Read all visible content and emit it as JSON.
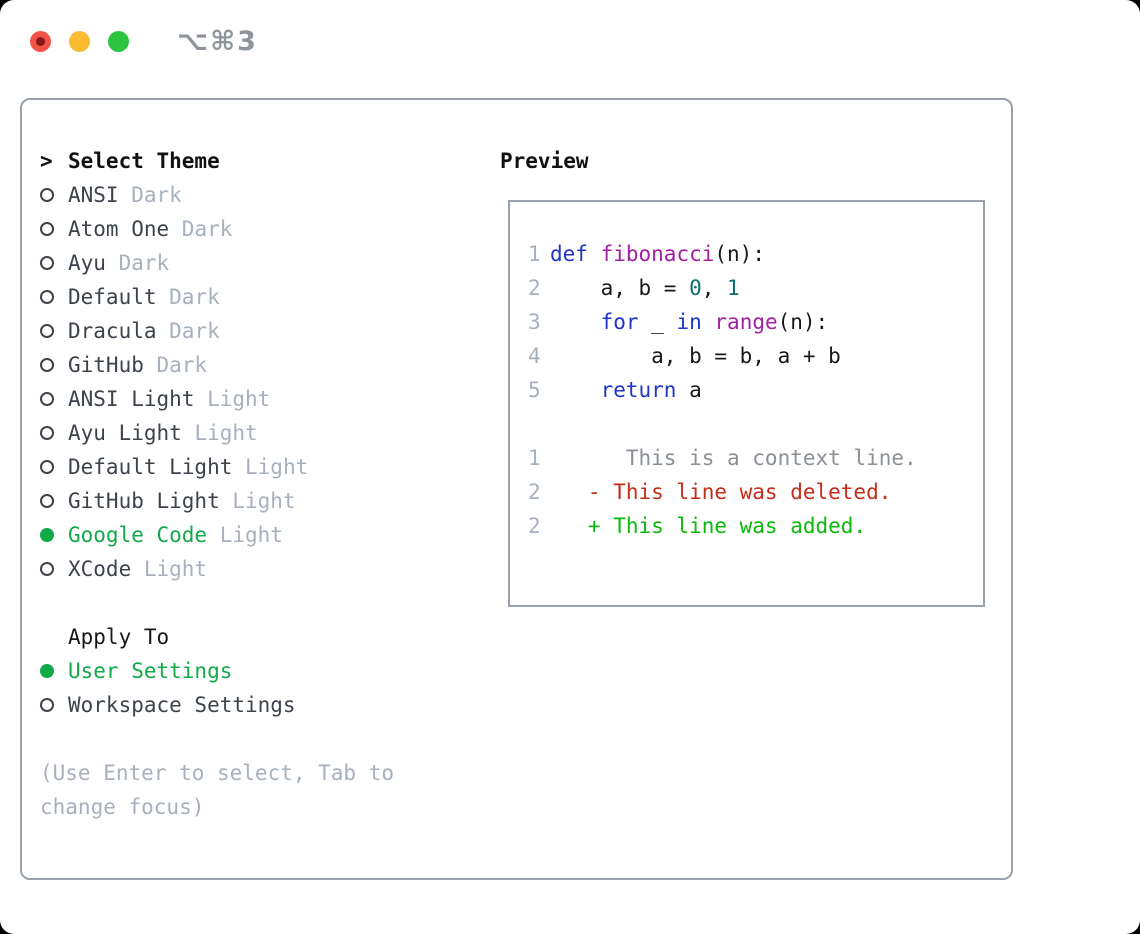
{
  "window": {
    "shortcut": "⌥⌘3",
    "traffic_lights": [
      "close-icon",
      "minimize-icon",
      "zoom-icon"
    ]
  },
  "colors": {
    "border": "#99a2ab",
    "accent_green": "#12a948",
    "item_text": "#3d434b",
    "muted_gray": "#a7b0bd",
    "light_red": "#f25247",
    "light_red_dot": "#871817",
    "light_yellow": "#fabd2f",
    "light_green": "#2dc53f",
    "syntax_keyword": "#2134c8",
    "syntax_type": "#a21fa2",
    "syntax_literal": "#0d6d6d",
    "syntax_plain": "#16181c",
    "diff_context": "#8a9096",
    "diff_deleted": "#c52d18",
    "diff_added": "#0bb90b"
  },
  "theme_selector": {
    "title_marker": ">",
    "title": "Select Theme",
    "items": [
      {
        "name": "ANSI",
        "variant": "Dark",
        "selected": false
      },
      {
        "name": "Atom One",
        "variant": "Dark",
        "selected": false
      },
      {
        "name": "Ayu",
        "variant": "Dark",
        "selected": false
      },
      {
        "name": "Default",
        "variant": "Dark",
        "selected": false
      },
      {
        "name": "Dracula",
        "variant": "Dark",
        "selected": false
      },
      {
        "name": "GitHub",
        "variant": "Dark",
        "selected": false
      },
      {
        "name": "ANSI Light",
        "variant": "Light",
        "selected": false
      },
      {
        "name": "Ayu Light",
        "variant": "Light",
        "selected": false
      },
      {
        "name": "Default Light",
        "variant": "Light",
        "selected": false
      },
      {
        "name": "GitHub Light",
        "variant": "Light",
        "selected": false
      },
      {
        "name": "Google Code",
        "variant": "Light",
        "selected": true
      },
      {
        "name": "XCode",
        "variant": "Light",
        "selected": false
      }
    ],
    "apply_to": {
      "title": "Apply To",
      "options": [
        {
          "label": "User Settings",
          "selected": true
        },
        {
          "label": "Workspace Settings",
          "selected": false
        }
      ]
    },
    "hint_lines": [
      "(Use Enter to select, Tab to",
      "change focus)"
    ]
  },
  "preview": {
    "title": "Preview",
    "code_lines": [
      {
        "num": "1",
        "tokens": [
          {
            "t": "def",
            "c": "kwd"
          },
          {
            "t": " ",
            "c": "pln"
          },
          {
            "t": "fibonacci",
            "c": "typ"
          },
          {
            "t": "(n):",
            "c": "pln"
          }
        ]
      },
      {
        "num": "2",
        "tokens": [
          {
            "t": "    a, b = ",
            "c": "pln"
          },
          {
            "t": "0",
            "c": "lit"
          },
          {
            "t": ", ",
            "c": "pln"
          },
          {
            "t": "1",
            "c": "lit"
          }
        ]
      },
      {
        "num": "3",
        "tokens": [
          {
            "t": "    ",
            "c": "pln"
          },
          {
            "t": "for",
            "c": "kwd"
          },
          {
            "t": " _ ",
            "c": "pln"
          },
          {
            "t": "in",
            "c": "kwd"
          },
          {
            "t": " ",
            "c": "pln"
          },
          {
            "t": "range",
            "c": "typ"
          },
          {
            "t": "(n):",
            "c": "pln"
          }
        ]
      },
      {
        "num": "4",
        "tokens": [
          {
            "t": "        a, b = b, a + b",
            "c": "pln"
          }
        ]
      },
      {
        "num": "5",
        "tokens": [
          {
            "t": "    ",
            "c": "pln"
          },
          {
            "t": "return",
            "c": "kwd"
          },
          {
            "t": " a",
            "c": "pln"
          }
        ]
      },
      {
        "num": "",
        "tokens": []
      },
      {
        "num": "1",
        "tokens": [
          {
            "t": "      This is a context line.",
            "c": "ctx"
          }
        ]
      },
      {
        "num": "2",
        "tokens": [
          {
            "t": "   - This line was deleted.",
            "c": "del"
          }
        ]
      },
      {
        "num": "2",
        "tokens": [
          {
            "t": "   + This line was added.",
            "c": "add"
          }
        ]
      }
    ]
  }
}
